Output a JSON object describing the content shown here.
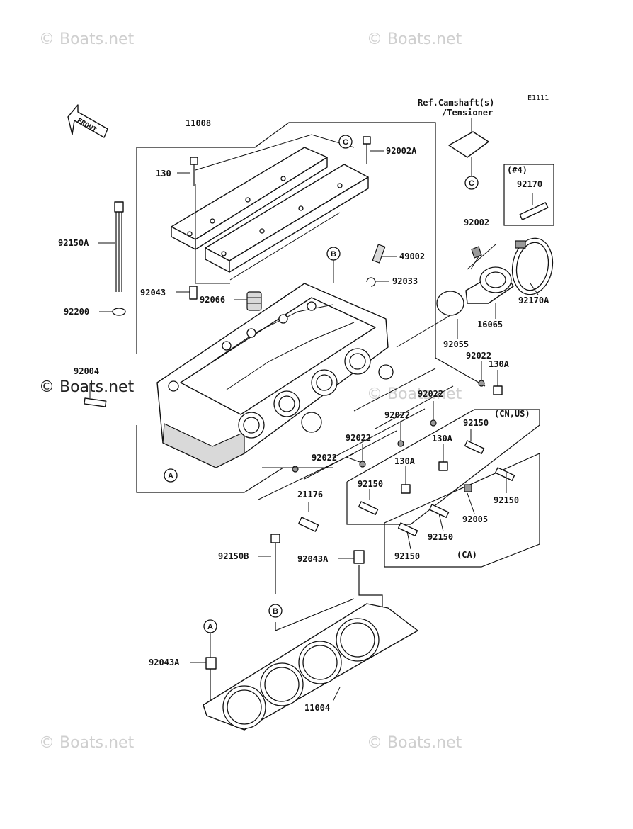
{
  "watermark": "© Boats.net",
  "diagram_code": "E1111",
  "front_label": "FRONT",
  "ref_note": {
    "line1": "Ref.Camshaft(s)",
    "line2": "/Tensioner"
  },
  "group_notes": {
    "cn_us": "(CN,US)",
    "ca": "(CA)",
    "count4": "(#4)"
  },
  "refs": {
    "a": "A",
    "b": "B",
    "c": "C"
  },
  "parts": {
    "p11008": "11008",
    "p130": "130",
    "p92150A": "92150A",
    "p92043": "92043",
    "p92066": "92066",
    "p92200": "92200",
    "p92004": "92004",
    "p92002A": "92002A",
    "p49002": "49002",
    "p92033": "92033",
    "p92002": "92002",
    "p92170": "92170",
    "p92170A": "92170A",
    "p16065": "16065",
    "p92055": "92055",
    "p92022_1": "92022",
    "p130A_1": "130A",
    "p92022_2": "92022",
    "p92022_3": "92022",
    "p92022_4": "92022",
    "p92022_5": "92022",
    "p92150_1": "92150",
    "p130A_2": "130A",
    "p130A_3": "130A",
    "p92150_2": "92150",
    "p92150_3": "92150",
    "p92005": "92005",
    "p92150_4": "92150",
    "p92150_5": "92150",
    "p21176": "21176",
    "p92150B": "92150B",
    "p92043A_1": "92043A",
    "p92043A_2": "92043A",
    "p11004": "11004"
  }
}
